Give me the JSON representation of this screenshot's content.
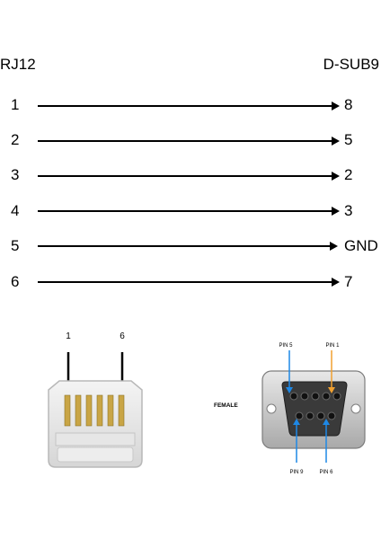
{
  "header": {
    "left_label": "RJ12",
    "right_label": "D-SUB9"
  },
  "wires": [
    {
      "from": "1",
      "to": "8"
    },
    {
      "from": "2",
      "to": "5"
    },
    {
      "from": "3",
      "to": "2"
    },
    {
      "from": "4",
      "to": "3"
    },
    {
      "from": "5",
      "to": "GND"
    },
    {
      "from": "6",
      "to": "7"
    }
  ],
  "rj12": {
    "pin_first": "1",
    "pin_last": "6"
  },
  "dsub9": {
    "gender": "FEMALE",
    "pin5": "PIN 5",
    "pin1": "PIN 1",
    "pin9": "PIN 9",
    "pin6": "PIN 6"
  },
  "colors": {
    "line": "#000000",
    "blue": "#1e88e5",
    "orange": "#f0a030"
  }
}
